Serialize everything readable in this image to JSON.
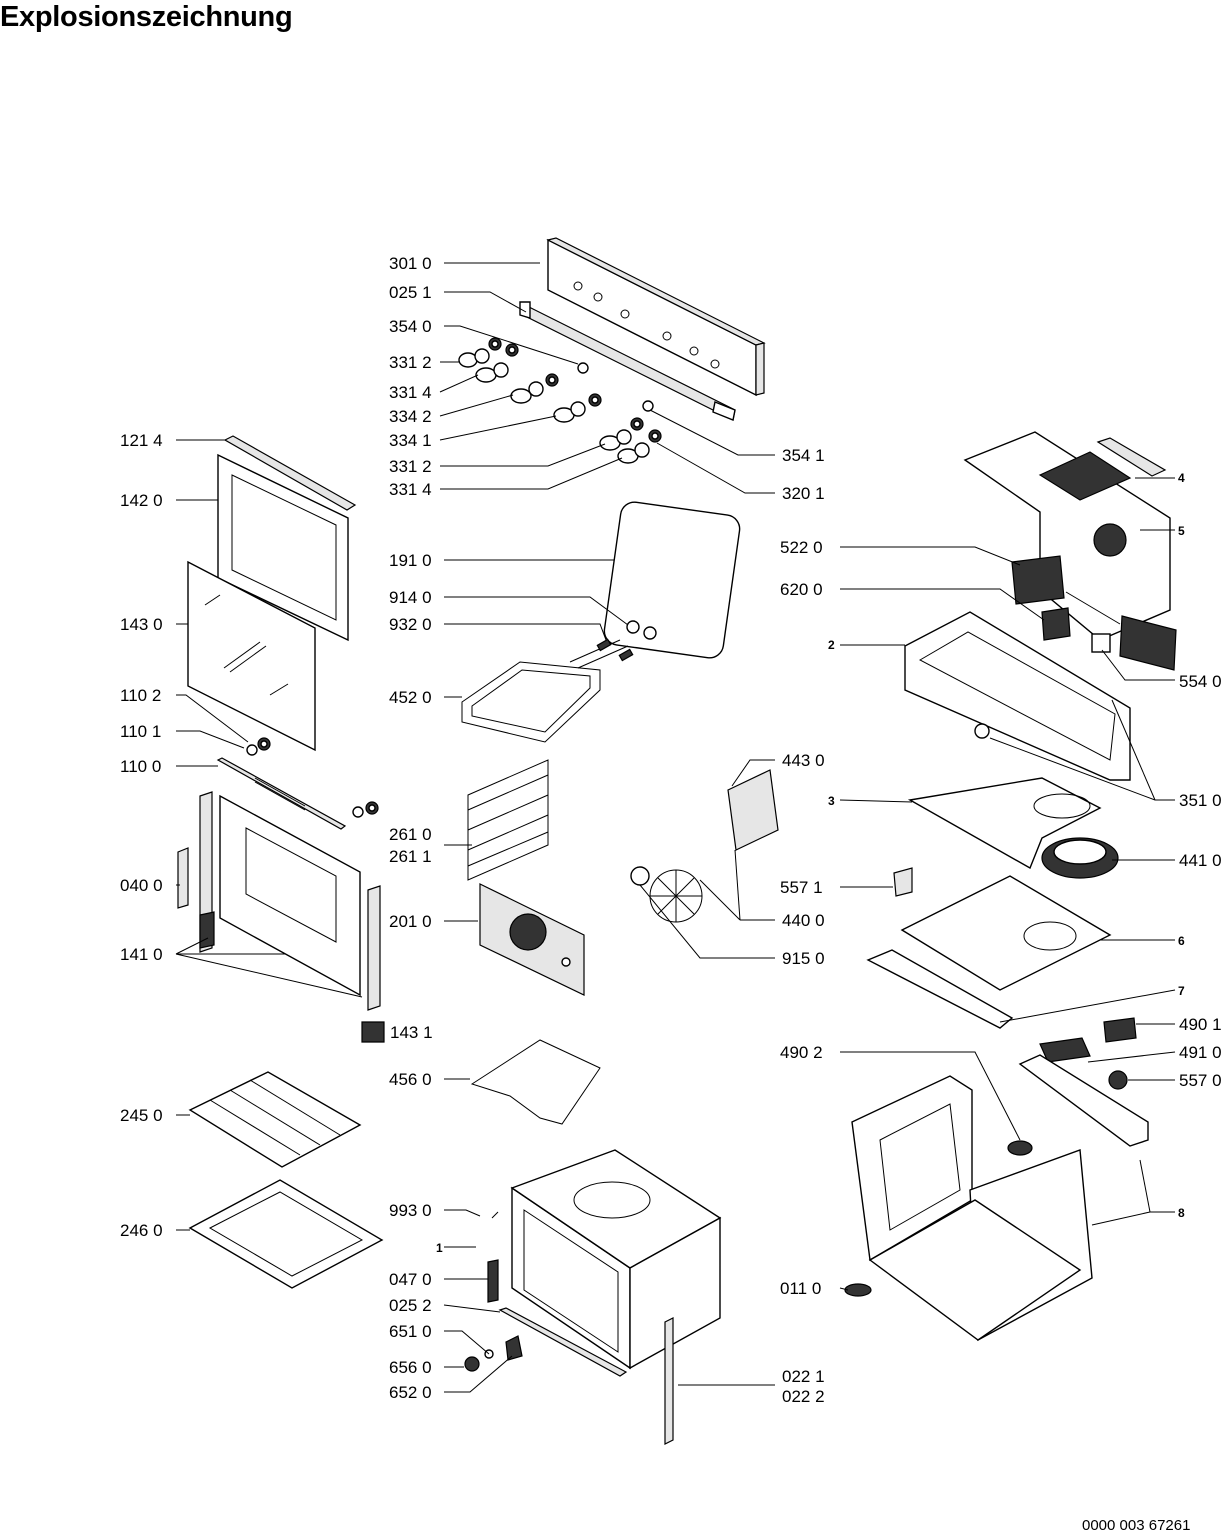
{
  "title": "Explosionszeichnung",
  "document_code": "0000 003 67261",
  "part_labels": {
    "p3010": "301 0",
    "p0251": "025 1",
    "p3540": "354 0",
    "p3312a": "331 2",
    "p3314a": "331 4",
    "p3342": "334 2",
    "p3341": "334 1",
    "p3312b": "331 2",
    "p3314b": "331 4",
    "p3541": "354 1",
    "p3201": "320 1",
    "p1214": "121 4",
    "p1420": "142 0",
    "p1430": "143 0",
    "p1102": "110 2",
    "p1101": "110 1",
    "p1100": "110 0",
    "p0400": "040 0",
    "p1410": "141 0",
    "p1431": "143 1",
    "p1910": "191 0",
    "p9140": "914 0",
    "p9320": "932 0",
    "p4520": "452 0",
    "p2610": "261 0",
    "p2611": "261 1",
    "p2010": "201 0",
    "p4560": "456 0",
    "p2450": "245 0",
    "p2460": "246 0",
    "p9930": "993 0",
    "p1": "1",
    "p0470": "047 0",
    "p0252": "025 2",
    "p6510": "651 0",
    "p6560": "656 0",
    "p6520": "652 0",
    "p0221": "022 1",
    "p0222": "022 2",
    "p4": "4",
    "p5": "5",
    "p5220": "522 0",
    "p6200": "620 0",
    "p2": "2",
    "p5540": "554 0",
    "p4430": "443 0",
    "p3510": "351 0",
    "p3": "3",
    "p4410": "441 0",
    "p5571": "557 1",
    "p4400": "440 0",
    "p6": "6",
    "p9150": "915 0",
    "p7": "7",
    "p4901": "490 1",
    "p4902": "490 2",
    "p4910": "491 0",
    "p5570": "557 0",
    "p8": "8",
    "p0110": "011 0"
  }
}
